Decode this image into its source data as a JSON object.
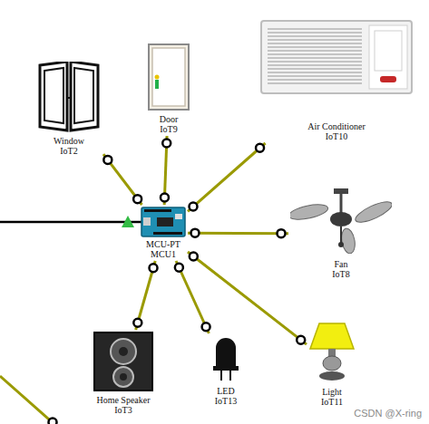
{
  "diagram": {
    "nodes": [
      {
        "text": [
          "Window",
          "IoT2"
        ]
      },
      {
        "text": [
          "Door",
          "IoT9"
        ]
      },
      {
        "text": [
          "Air Conditioner",
          "IoT10"
        ]
      },
      {
        "text": [
          "MCU-PT",
          "MCU1"
        ]
      },
      {
        "text": [
          "Fan",
          "IoT8"
        ]
      },
      {
        "text": [
          "Home Speaker",
          "IoT3"
        ]
      },
      {
        "text": [
          "LED",
          "IoT13"
        ]
      },
      {
        "text": [
          "Light",
          "IoT11"
        ]
      }
    ],
    "edges": [
      {
        "from": 3,
        "to": 0,
        "arrow": "none"
      },
      {
        "from": 3,
        "to": 1,
        "arrow": "none"
      },
      {
        "from": 3,
        "to": 2,
        "arrow": "none"
      },
      {
        "from": 3,
        "to": 4,
        "arrow": "none"
      },
      {
        "from": 3,
        "to": 5,
        "arrow": "none"
      },
      {
        "from": 3,
        "to": 6,
        "arrow": "none"
      },
      {
        "from": 3,
        "to": 7,
        "arrow": "none"
      }
    ],
    "labels": [
      "CSDN @X-ring"
    ]
  }
}
